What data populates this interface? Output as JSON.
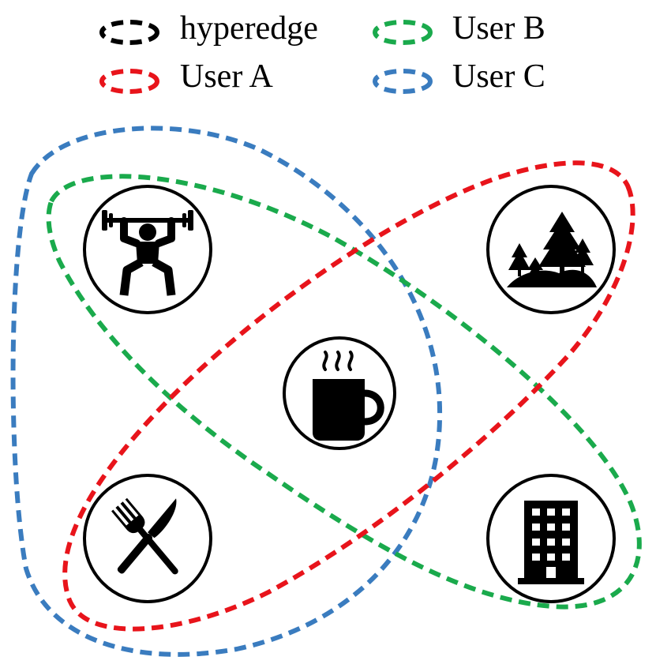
{
  "legend": {
    "items": [
      {
        "key": "hyperedge",
        "label": "hyperedge",
        "color": "#000000"
      },
      {
        "key": "user_a",
        "label": "User A",
        "color": "#e8141b"
      },
      {
        "key": "user_b",
        "label": "User B",
        "color": "#1aaa4c"
      },
      {
        "key": "user_c",
        "label": "User C",
        "color": "#3a7cbf"
      }
    ]
  },
  "nodes": [
    {
      "key": "gym",
      "icon": "weightlifter-icon"
    },
    {
      "key": "park",
      "icon": "forest-trees-icon"
    },
    {
      "key": "cafe",
      "icon": "coffee-mug-icon"
    },
    {
      "key": "restaurant",
      "icon": "fork-knife-icon"
    },
    {
      "key": "office",
      "icon": "office-building-icon"
    }
  ],
  "hyperedges": [
    {
      "user": "User A",
      "color": "#e8141b",
      "members": [
        "restaurant",
        "cafe",
        "park"
      ]
    },
    {
      "user": "User B",
      "color": "#1aaa4c",
      "members": [
        "gym",
        "cafe",
        "office"
      ]
    },
    {
      "user": "User C",
      "color": "#3a7cbf",
      "members": [
        "gym",
        "cafe",
        "restaurant"
      ]
    }
  ]
}
